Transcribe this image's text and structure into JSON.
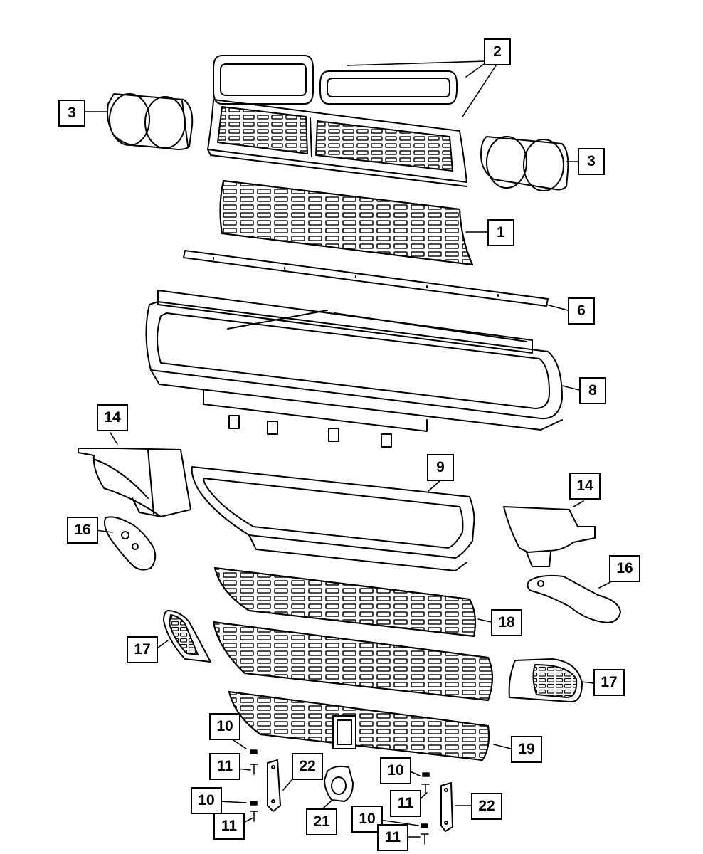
{
  "callouts": {
    "c1": "1",
    "c2": "2",
    "c3": "3",
    "c6": "6",
    "c8": "8",
    "c9": "9",
    "c10": "10",
    "c11": "11",
    "c14": "14",
    "c16": "16",
    "c17": "17",
    "c18": "18",
    "c19": "19",
    "c21": "21",
    "c22": "22"
  }
}
